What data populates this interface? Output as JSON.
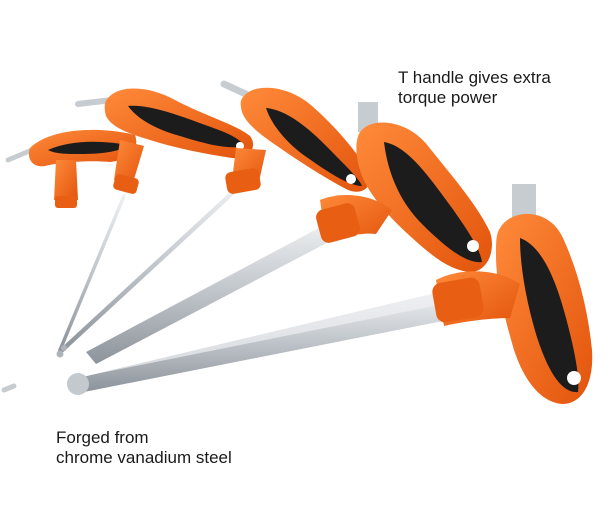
{
  "captions": {
    "handle": {
      "line1": "T handle gives extra",
      "line2": "torque power"
    },
    "steel": {
      "line1": "Forged from",
      "line2": "chrome vanadium steel"
    }
  },
  "colors": {
    "handle_orange": "#f26a1b",
    "handle_black": "#1c1c1c",
    "shaft_steel": "#c9cdd2",
    "background": "#ffffff"
  },
  "product": {
    "tool": "T-handle ball-end hex keys",
    "count": 5
  }
}
